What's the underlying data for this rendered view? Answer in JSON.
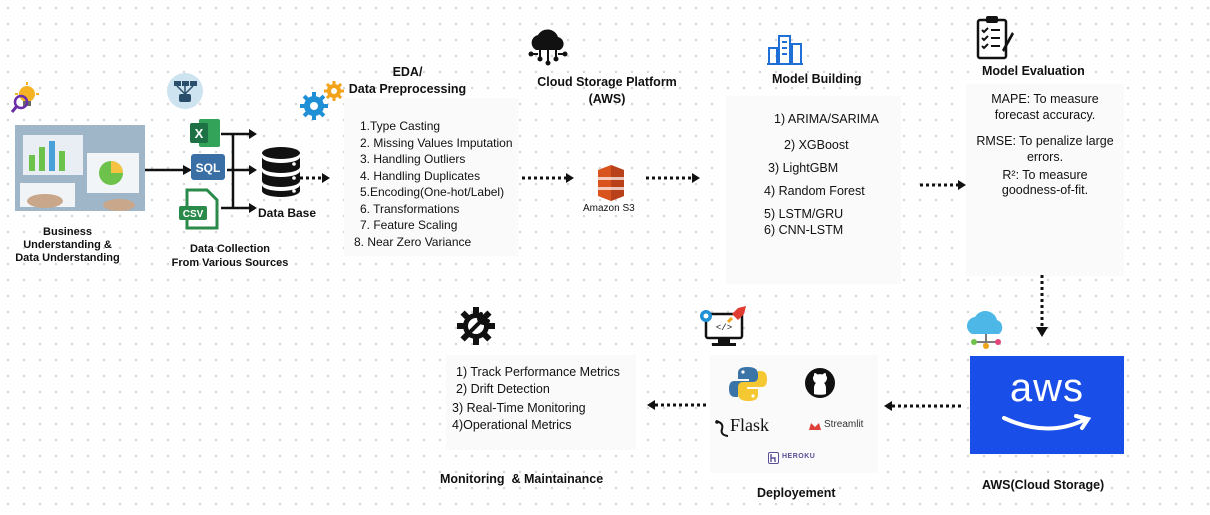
{
  "business": {
    "label_line1": "Business",
    "label_line2": "Understanding &",
    "label_line3": "Data Understanding"
  },
  "data_collection": {
    "label_line1": "Data Collection",
    "label_line2": "From Various Sources",
    "sources": [
      "X",
      "SQL",
      "CSV"
    ]
  },
  "database": {
    "label": "Data Base"
  },
  "eda": {
    "title_line1": "EDA/",
    "title_line2": "Data Preprocessing",
    "steps": [
      "1.Type Casting",
      "2. Missing Values Imputation",
      "3. Handling Outliers",
      "4.  Handling Duplicates",
      "5.Encoding(One-hot/Label)",
      "6.  Transformations",
      "7. Feature Scaling",
      "8. Near Zero Variance"
    ]
  },
  "cloud_storage": {
    "title_line1": "Cloud Storage Platform",
    "title_line2": "(AWS)",
    "s3_label": "Amazon S3"
  },
  "model_building": {
    "title": "Model Building",
    "models": [
      "1) ARIMA/SARIMA",
      "2) XGBoost",
      "3) LightGBM",
      "4) Random Forest",
      "5) LSTM/GRU",
      "6) CNN-LSTM"
    ]
  },
  "model_evaluation": {
    "title": "Model Evaluation",
    "metrics": [
      {
        "line1": "MAPE: To measure",
        "line2": "forecast accuracy."
      },
      {
        "line1": "RMSE: To penalize large",
        "line2": "errors."
      },
      {
        "line1": "R²: To measure",
        "line2": "goodness-of-fit."
      }
    ]
  },
  "aws": {
    "logo_text": "aws",
    "label": "AWS(Cloud Storage)"
  },
  "deployment": {
    "label": "Deployement",
    "flask": "Flask",
    "streamlit": "Streamlit",
    "heroku": "HEROKU"
  },
  "monitoring": {
    "label": "Monitoring  & Maintainance",
    "items": [
      "1) Track Performance Metrics",
      "2) Drift Detection",
      "3) Real-Time Monitoring",
      "4)Operational Metrics"
    ]
  },
  "colors": {
    "aws_blue": "#1a4ee8",
    "s3_red": "#d9531e",
    "excel_green": "#1e7145",
    "sql_blue": "#3a6fa6",
    "csv_green": "#2a8a4a",
    "gear_blue": "#1f8fd6",
    "gear_orange": "#f2a31a"
  }
}
